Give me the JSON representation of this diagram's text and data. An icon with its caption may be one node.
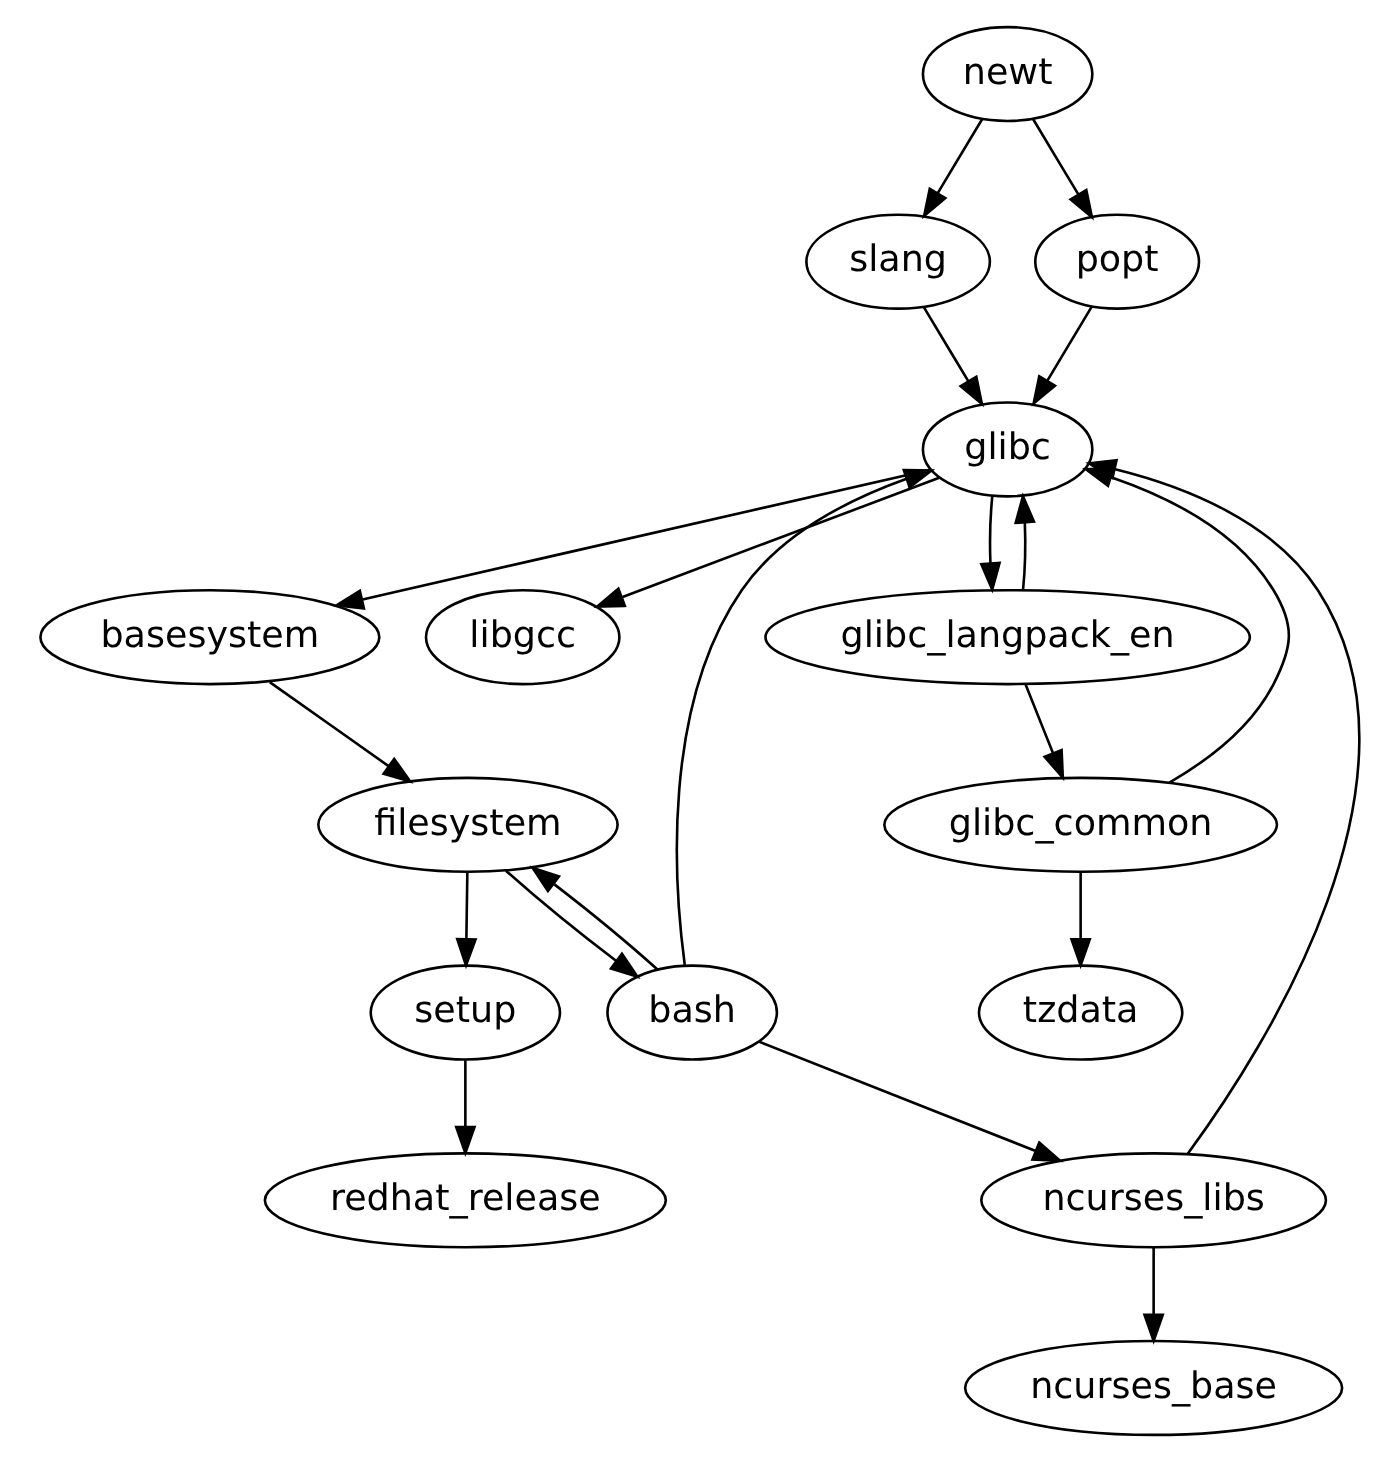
{
  "diagram": {
    "nodes": [
      {
        "text": [
          "newt"
        ]
      },
      {
        "text": [
          "slang"
        ]
      },
      {
        "text": [
          "popt"
        ]
      },
      {
        "text": [
          "glibc"
        ]
      },
      {
        "text": [
          "basesystem"
        ]
      },
      {
        "text": [
          "libgcc"
        ]
      },
      {
        "text": [
          "glibc_langpack_en"
        ]
      },
      {
        "text": [
          "filesystem"
        ]
      },
      {
        "text": [
          "glibc_common"
        ]
      },
      {
        "text": [
          "setup"
        ]
      },
      {
        "text": [
          "bash"
        ]
      },
      {
        "text": [
          "tzdata"
        ]
      },
      {
        "text": [
          "redhat_release"
        ]
      },
      {
        "text": [
          "ncurses_libs"
        ]
      },
      {
        "text": [
          "ncurses_base"
        ]
      }
    ],
    "edges": [
      {
        "from": 0,
        "to": 1,
        "arrow": "to"
      },
      {
        "from": 0,
        "to": 2,
        "arrow": "to"
      },
      {
        "from": 1,
        "to": 3,
        "arrow": "to"
      },
      {
        "from": 2,
        "to": 3,
        "arrow": "to"
      },
      {
        "from": 3,
        "to": 4,
        "arrow": "to"
      },
      {
        "from": 3,
        "to": 5,
        "arrow": "to"
      },
      {
        "from": 3,
        "to": 6,
        "arrow": "to"
      },
      {
        "from": 6,
        "to": 3,
        "arrow": "to"
      },
      {
        "from": 6,
        "to": 8,
        "arrow": "to"
      },
      {
        "from": 8,
        "to": 3,
        "arrow": "to"
      },
      {
        "from": 8,
        "to": 11,
        "arrow": "to"
      },
      {
        "from": 4,
        "to": 7,
        "arrow": "to"
      },
      {
        "from": 7,
        "to": 9,
        "arrow": "to"
      },
      {
        "from": 7,
        "to": 10,
        "arrow": "to"
      },
      {
        "from": 10,
        "to": 7,
        "arrow": "to"
      },
      {
        "from": 10,
        "to": 3,
        "arrow": "to"
      },
      {
        "from": 10,
        "to": 13,
        "arrow": "to"
      },
      {
        "from": 9,
        "to": 12,
        "arrow": "to"
      },
      {
        "from": 13,
        "to": 3,
        "arrow": "to"
      },
      {
        "from": 13,
        "to": 14,
        "arrow": "to"
      }
    ]
  }
}
